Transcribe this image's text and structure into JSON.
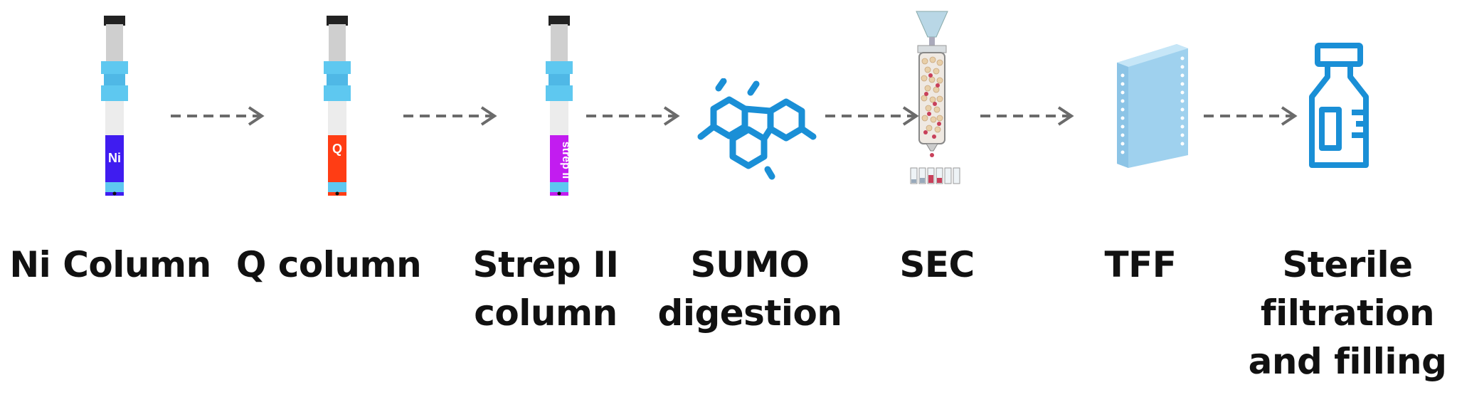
{
  "steps": [
    {
      "id": "ni",
      "name_lines": [
        "Ni Column"
      ],
      "column_text": "Ni",
      "column_color": "#3f1cf0"
    },
    {
      "id": "q",
      "name_lines": [
        "Q column"
      ],
      "column_text": "Q",
      "column_color": "#ff3d14"
    },
    {
      "id": "strep",
      "name_lines": [
        "Strep II",
        "column"
      ],
      "column_text": "strep II",
      "column_color": "#c21cf0"
    },
    {
      "id": "sumo",
      "name_lines": [
        "SUMO",
        "digestion"
      ]
    },
    {
      "id": "sec",
      "name_lines": [
        "SEC"
      ]
    },
    {
      "id": "tff",
      "name_lines": [
        "TFF"
      ]
    },
    {
      "id": "sterile",
      "name_lines": [
        "Sterile",
        "filtration",
        "and filling"
      ]
    }
  ],
  "colors": {
    "accent_blue": "#1a8fd6",
    "column_light_blue": "#5ec8f0",
    "arrow_gray": "#6b6b6b",
    "text": "#111111"
  }
}
